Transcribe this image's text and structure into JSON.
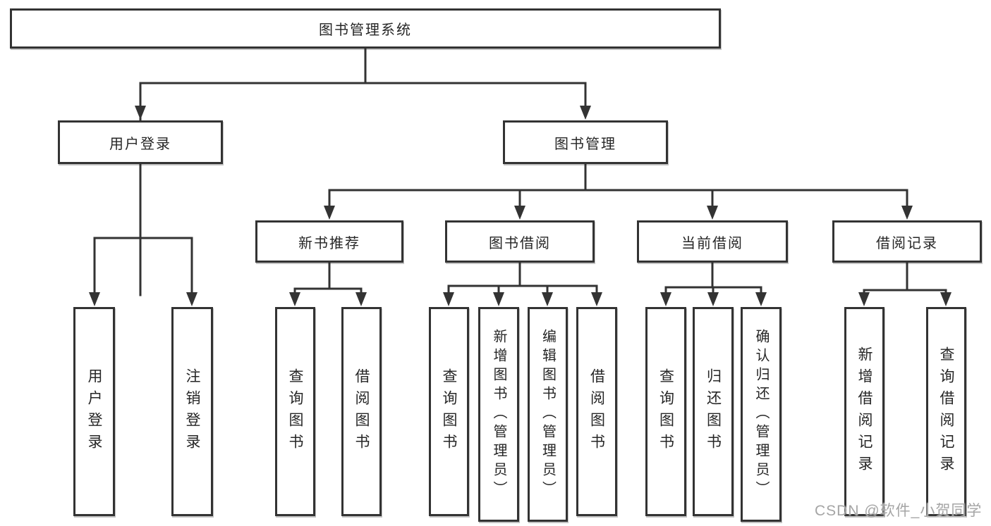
{
  "diagram": {
    "tree": {
      "root": {
        "label": "图书管理系统"
      },
      "children": [
        {
          "label": "用户登录",
          "children": [
            {
              "label": "用户登录"
            },
            {
              "label": "注销登录"
            }
          ]
        },
        {
          "label": "图书管理",
          "children": [
            {
              "label": "新书推荐",
              "children": [
                {
                  "label": "查询图书"
                },
                {
                  "label": "借阅图书"
                }
              ]
            },
            {
              "label": "图书借阅",
              "children": [
                {
                  "label": "查询图书"
                },
                {
                  "label": "新增图书（管理员）"
                },
                {
                  "label": "编辑图书（管理员）"
                },
                {
                  "label": "借阅图书"
                }
              ]
            },
            {
              "label": "当前借阅",
              "children": [
                {
                  "label": "查询图书"
                },
                {
                  "label": "归还图书"
                },
                {
                  "label": "确认归还（管理员）"
                }
              ]
            },
            {
              "label": "借阅记录",
              "children": [
                {
                  "label": "新增借阅记录"
                },
                {
                  "label": "查询借阅记录"
                }
              ]
            }
          ]
        }
      ]
    },
    "colors": {
      "line": "#333333",
      "text": "#262626",
      "background": "#ffffff",
      "watermark": "#a5a5a5"
    },
    "watermark": {
      "text": "CSDN @软件_小贺同学"
    }
  }
}
